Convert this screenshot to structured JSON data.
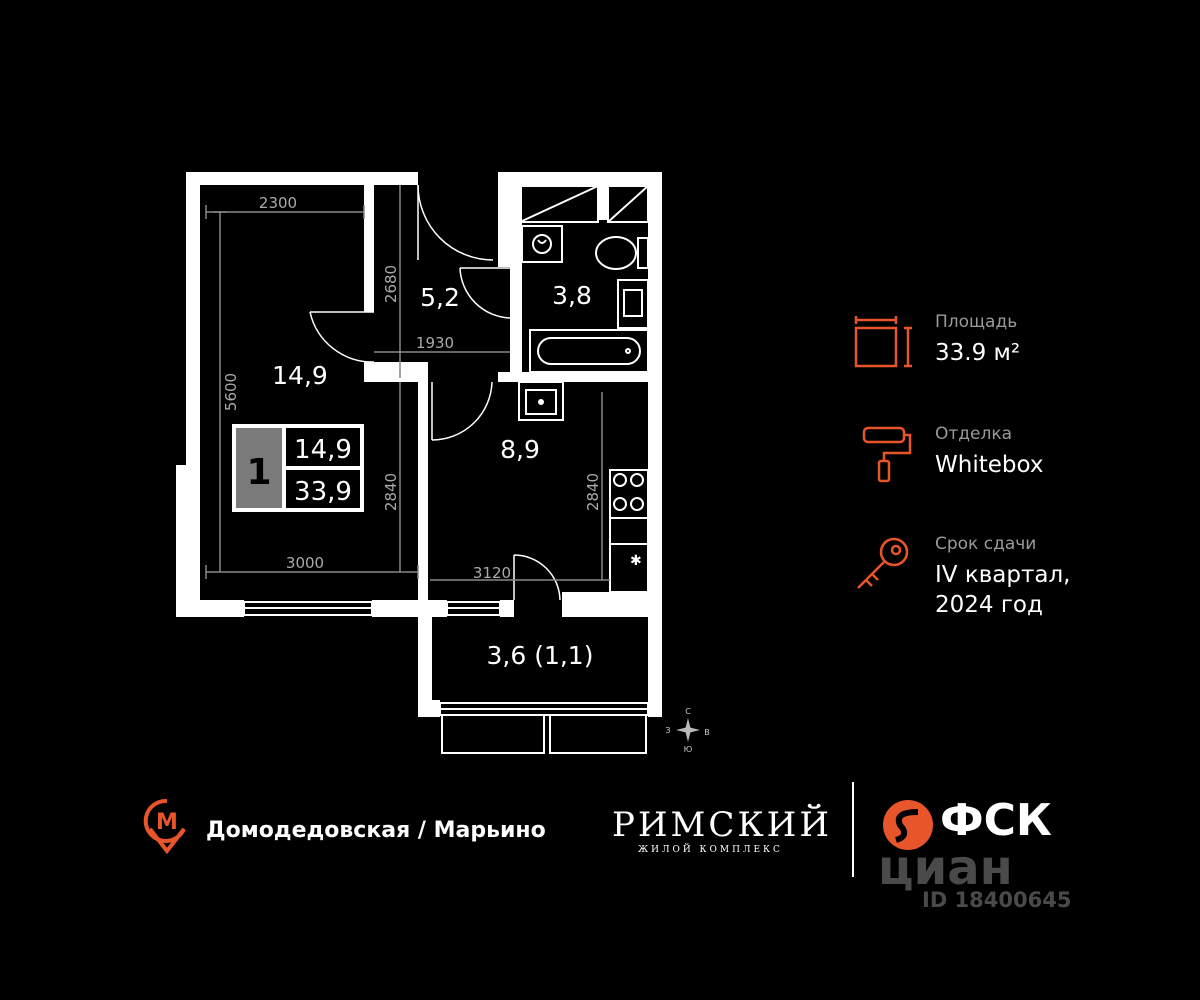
{
  "plan": {
    "rooms": {
      "living": "14,9",
      "hall": "5,2",
      "bathroom": "3,8",
      "kitchen": "8,9",
      "balcony": "3,6 (1,1)"
    },
    "dimensions": {
      "living_width_top": "2300",
      "living_height": "5600",
      "hall_height": "2680",
      "hall_width": "1930",
      "living_lower_height": "2840",
      "living_width_bottom": "3000",
      "kitchen_width": "3120",
      "kitchen_height": "2840"
    },
    "badge": {
      "rooms_count": "1",
      "living_area": "14,9",
      "total_area": "33,9"
    },
    "compass": {
      "north": "С",
      "east": "В",
      "south": "Ю",
      "west": "З"
    }
  },
  "info": [
    {
      "icon": "area-icon",
      "label": "Площадь",
      "value": "33.9 м²"
    },
    {
      "icon": "paint-roller-icon",
      "label": "Отделка",
      "value": "Whitebox"
    },
    {
      "icon": "key-icon",
      "label": "Срок сдачи",
      "value_lines": [
        "IV квартал,",
        "2024 год"
      ]
    }
  ],
  "footer": {
    "metro_station": "Домодедовская / Марьино",
    "complex_name": "РИМСКИЙ",
    "complex_subtitle": "ЖИЛОЙ КОМПЛЕКС",
    "developer": "ФСК"
  },
  "watermark": {
    "brand": "циан",
    "id": "ID 18400645"
  },
  "colors": {
    "accent": "#e8552b",
    "background": "#000000",
    "badge_grey": "#7a7a7a"
  }
}
